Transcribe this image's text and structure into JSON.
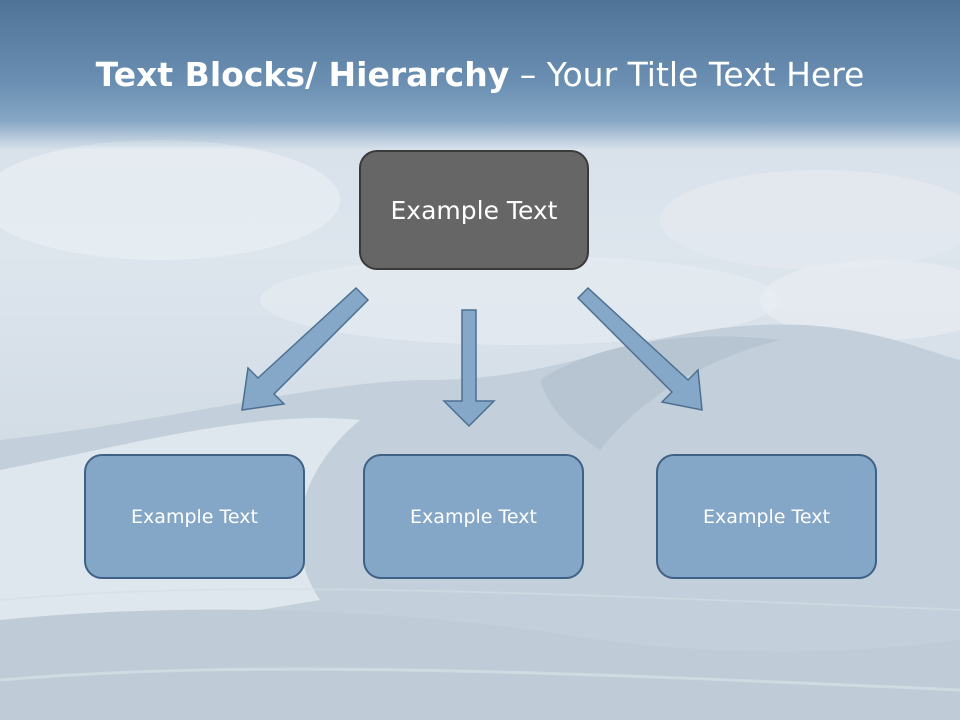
{
  "title": {
    "bold": "Text Blocks/ Hierarchy",
    "dash": " – ",
    "rest": "Your Title Text Here"
  },
  "hierarchy": {
    "top": "Example Text",
    "children": [
      "Example Text",
      "Example Text",
      "Example Text"
    ]
  },
  "colors": {
    "title_band": "#5b7fa2",
    "top_box": "#666666",
    "child_box": "#84a7c8",
    "child_border": "#3e6185",
    "arrow_fill": "#86a8c8"
  }
}
